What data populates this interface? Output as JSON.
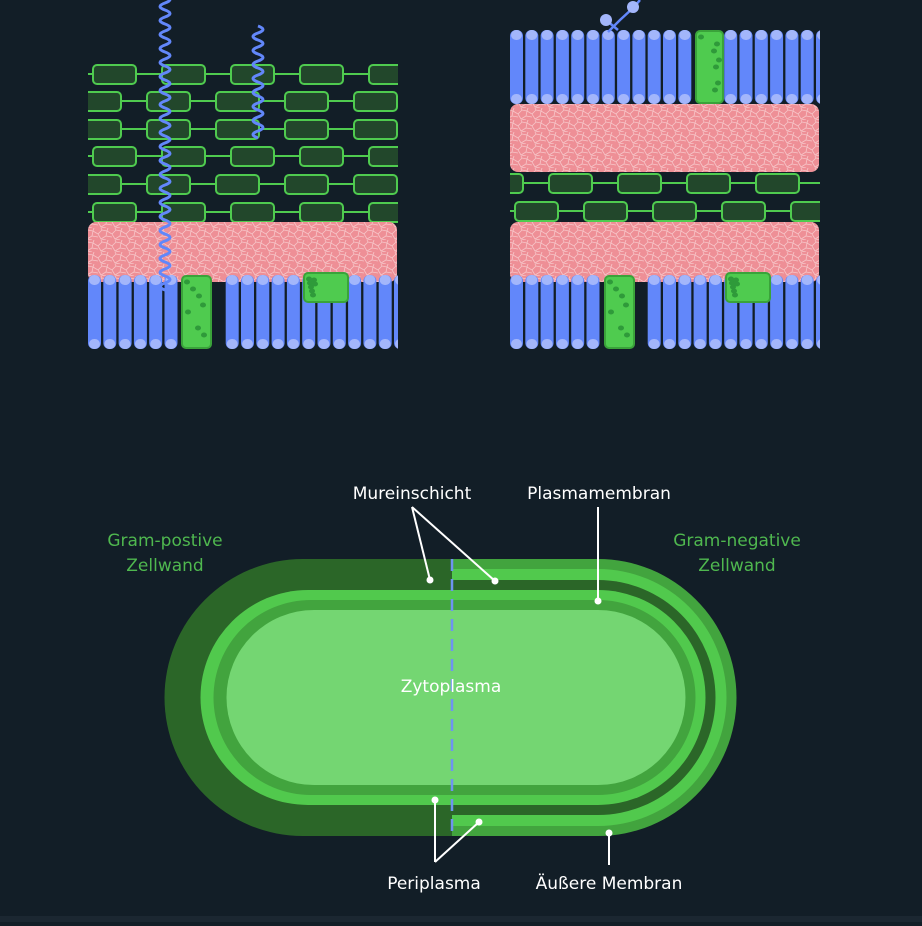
{
  "colors": {
    "background": "#121e27",
    "lipid_body": "#6287fa",
    "lipid_head": "#a3b6fb",
    "protein_fill": "#4fcb4f",
    "protein_spot": "#2f9a3a",
    "murein_fill": "#22472b",
    "murein_stroke": "#4fcb4f",
    "lps_fill": "#ee8f96",
    "teichoic": "#6287fa",
    "layer_dark": "#2b6628",
    "layer_mid": "#42a43e",
    "layer_bright": "#51c94d",
    "cytoplasm": "#74d672",
    "label_white": "#ffffff",
    "label_green": "#4fb84f",
    "dashed_divider": "#6f93f0"
  },
  "labels": {
    "gram_positive": [
      "Gram-postive",
      "Zellwand"
    ],
    "gram_negative": [
      "Gram-negative",
      "Zellwand"
    ],
    "murein": "Mureinschicht",
    "plasma_membrane": "Plasmamembran",
    "cytoplasm": "Zytoplasma",
    "periplasm": "Periplasma",
    "outer_membrane": "Äußere Membran"
  },
  "panels": {
    "gram_positive": {
      "title": "gram-positive-wall-cross-section",
      "murein_rows": 6,
      "membrane_proteins": 2,
      "teichoic_acids": 2
    },
    "gram_negative": {
      "title": "gram-negative-wall-cross-section",
      "murein_rows": 2,
      "membrane_proteins": 3,
      "lipid_bilayers": 2
    }
  }
}
